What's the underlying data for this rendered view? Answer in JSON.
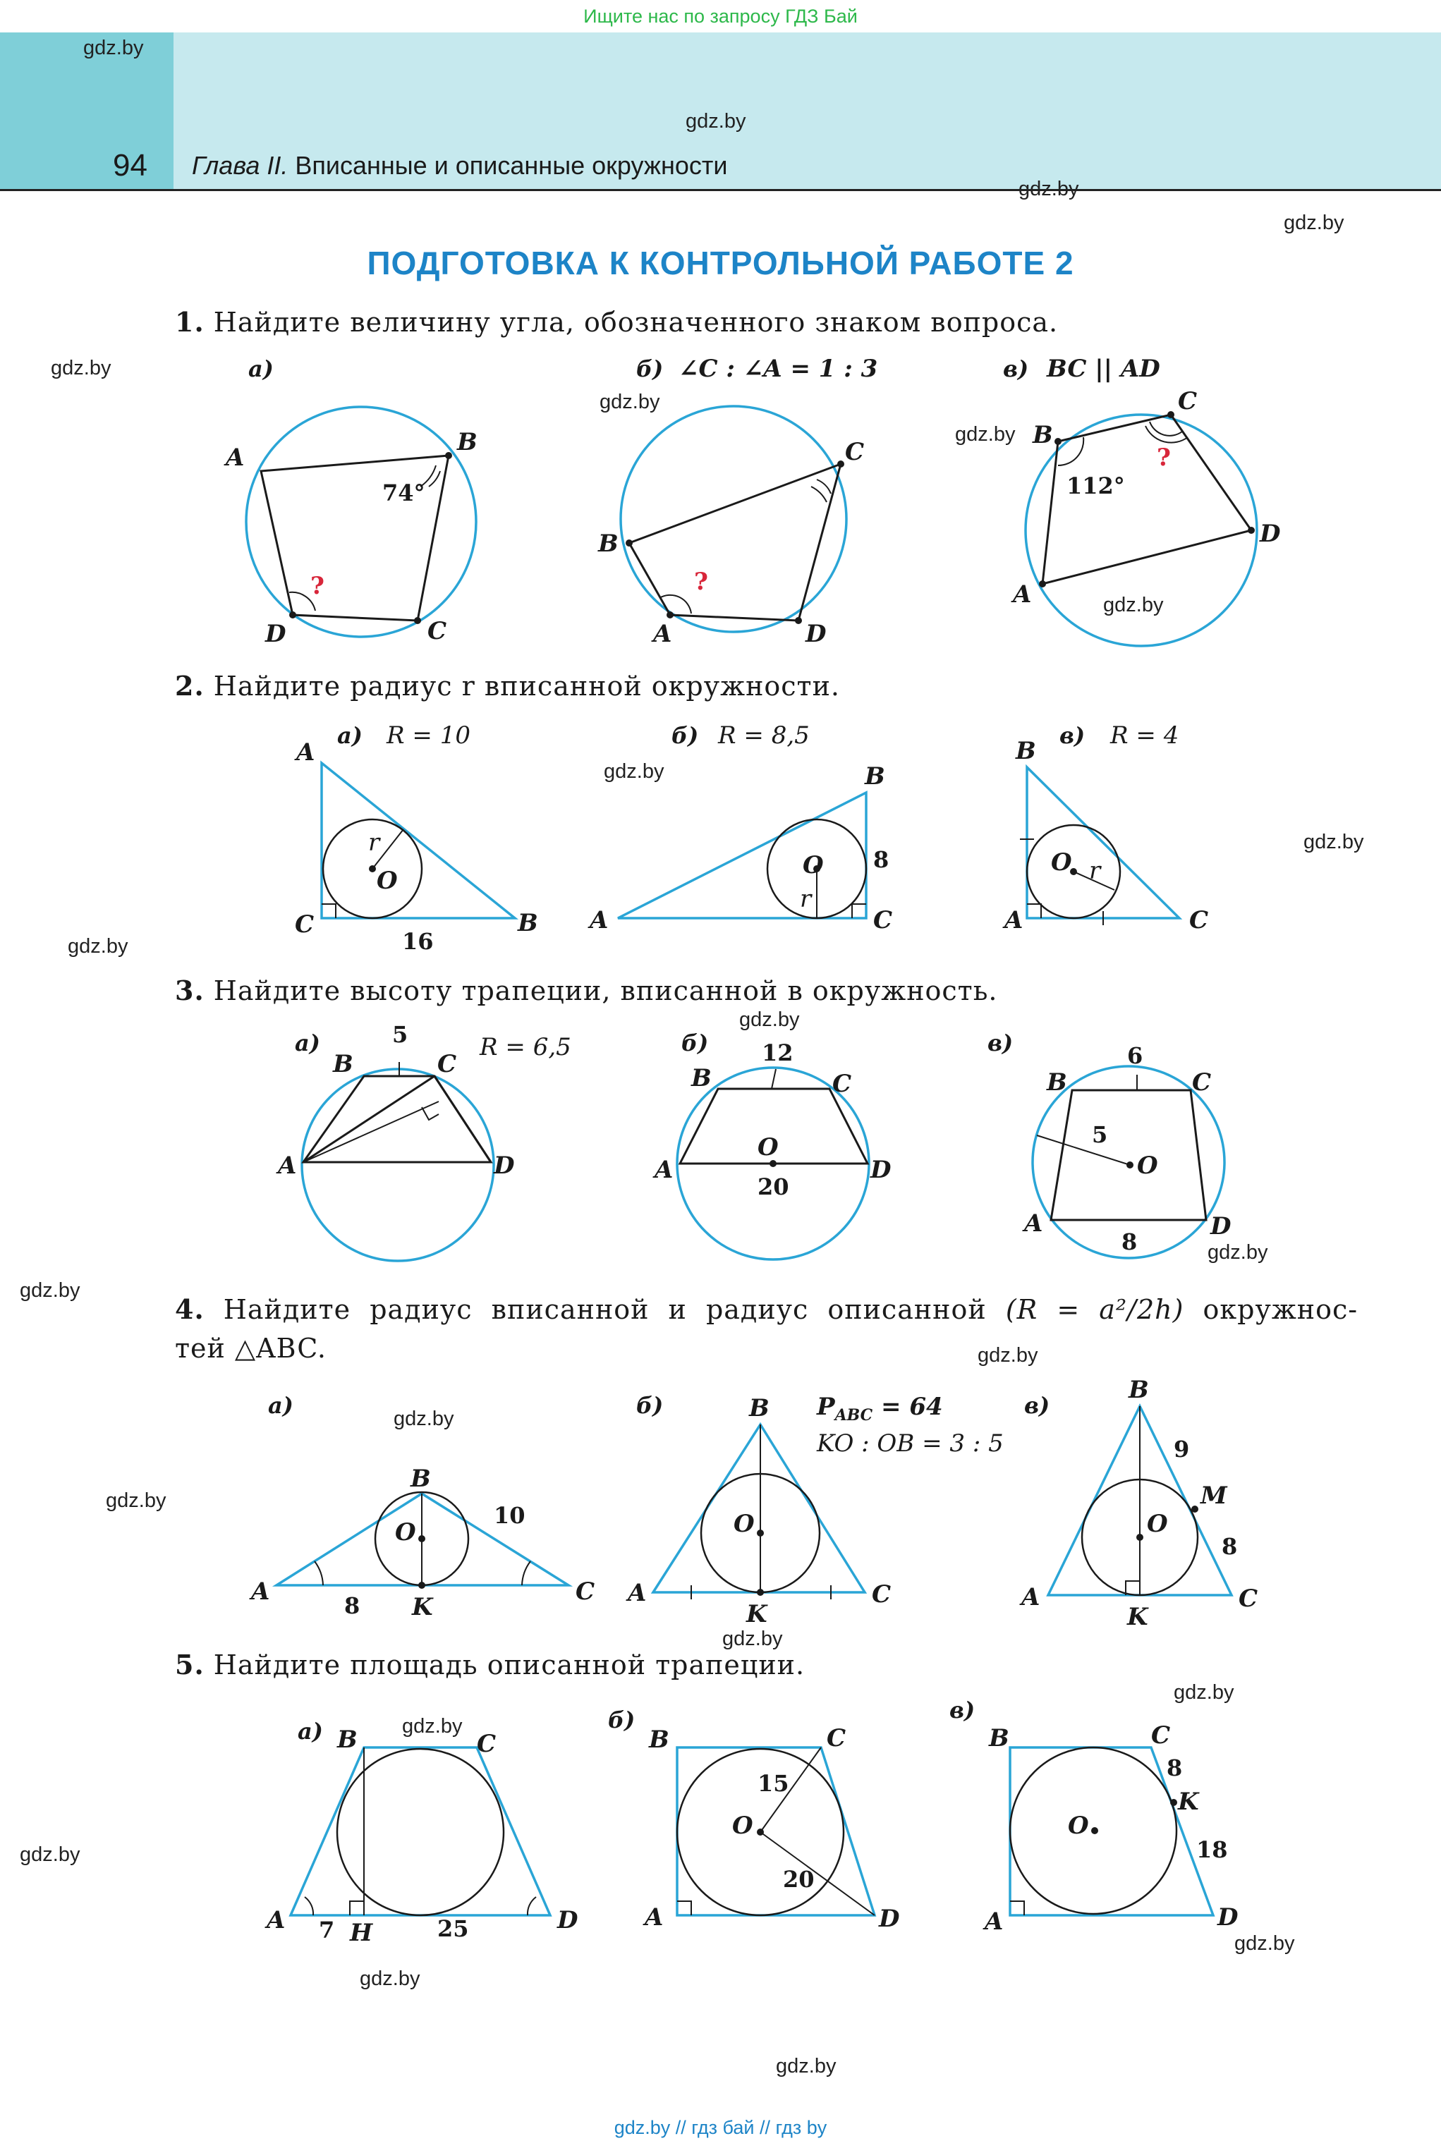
{
  "banner": "Ищите нас по запросу ГДЗ Бай",
  "header": {
    "page_number": "94",
    "chapter_label": "Глава II.",
    "chapter_title": "Вписанные и описанные окружности"
  },
  "section_title": "ПОДГОТОВКА К КОНТРОЛЬНОЙ РАБОТЕ 2",
  "watermark": "gdz.by",
  "tasks": [
    {
      "number": "1.",
      "text": "Найдите величину угла, обозначенного знаком вопроса."
    },
    {
      "number": "2.",
      "text": "Найдите радиус r вписанной окружности."
    },
    {
      "number": "3.",
      "text": "Найдите высоту трапеции, вписанной в окружность."
    },
    {
      "number": "4.",
      "text": "Найдите радиус вписанной и радиус описанной",
      "formula": "(R = a²/2h)",
      "text_end": "окружнос-",
      "text_line2": "тей △ABC."
    },
    {
      "number": "5.",
      "text": "Найдите площадь описанной трапеции."
    }
  ],
  "figures": {
    "t1": {
      "a": {
        "part": "а)",
        "angle": "74°",
        "question": "?"
      },
      "b": {
        "part": "б)",
        "condition": "∠C : ∠A = 1 : 3",
        "question": "?"
      },
      "c": {
        "part": "в)",
        "condition": "BC || AD",
        "angle": "112°",
        "question": "?"
      }
    },
    "t2": {
      "a": {
        "part": "а)",
        "condition": "R = 10",
        "side": "16"
      },
      "b": {
        "part": "б)",
        "condition": "R = 8,5",
        "side": "8"
      },
      "c": {
        "part": "в)",
        "condition": "R = 4"
      }
    },
    "t3": {
      "a": {
        "part": "а)",
        "condition": "R = 6,5",
        "top": "5"
      },
      "b": {
        "part": "б)",
        "top": "12",
        "base": "20"
      },
      "c": {
        "part": "в)",
        "top": "6",
        "radius": "5",
        "base": "8"
      }
    },
    "t4": {
      "a": {
        "part": "а)",
        "side": "10",
        "base": "8"
      },
      "b": {
        "part": "б)",
        "perimeter": "P",
        "perimeter_sub": "ABC",
        "perimeter_val": " = 64",
        "ratio": "KO : OB = 3 : 5"
      },
      "c": {
        "part": "в)",
        "seg1": "9",
        "seg2": "8"
      }
    },
    "t5": {
      "a": {
        "part": "а)",
        "ah": "7",
        "hd": "25"
      },
      "b": {
        "part": "б)",
        "oc": "15",
        "od": "20"
      },
      "c": {
        "part": "в)",
        "ck": "8",
        "kd": "18"
      }
    }
  },
  "footer": "gdz.by  //  гдз бай  //  гдз by"
}
